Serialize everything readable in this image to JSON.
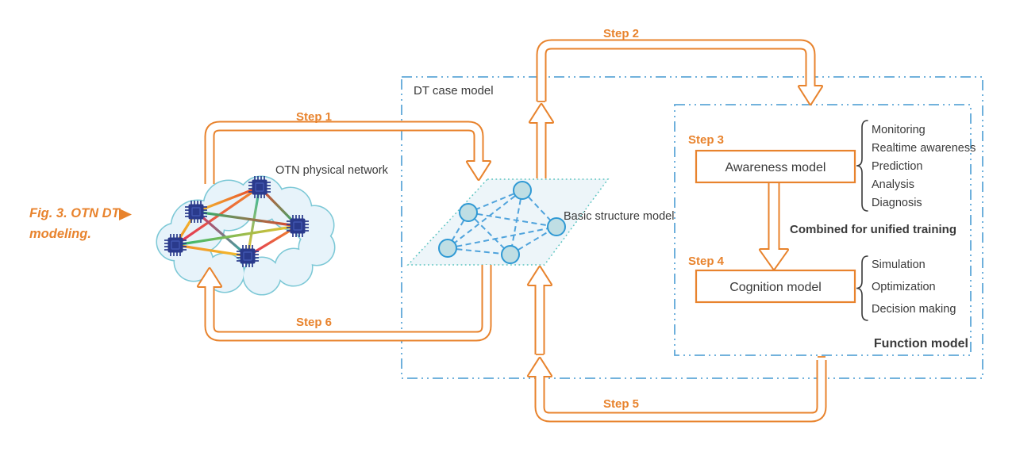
{
  "caption": {
    "line1": "Fig. 3. OTN DT",
    "line2": "modeling.",
    "marker_icon": "right-triangle"
  },
  "labels": {
    "otn_physical_network": "OTN physical network",
    "basic_structure_model": "Basic structure model",
    "dt_case_model": "DT case model",
    "function_model": "Function model",
    "combined_training": "Combined for unified training"
  },
  "steps": {
    "step1": "Step 1",
    "step2": "Step 2",
    "step3": "Step 3",
    "step4": "Step 4",
    "step5": "Step 5",
    "step6": "Step 6"
  },
  "models": {
    "awareness": "Awareness model",
    "cognition": "Cognition model"
  },
  "awareness_functions": [
    "Monitoring",
    "Realtime awareness",
    "Prediction",
    "Analysis",
    "Diagnosis"
  ],
  "cognition_functions": [
    "Simulation",
    "Optimization",
    "Decision making"
  ],
  "colors": {
    "accent_orange": "#E8832D",
    "dashed_border_blue": "#5FA8D8",
    "parallelogram_border_teal": "#5BC4C0",
    "graph_node_blue": "#2F99D4",
    "cloud_outline_teal": "#7CC8D6",
    "chip_navy": "#2A3A8C",
    "text_dark": "#3A3A3A"
  }
}
